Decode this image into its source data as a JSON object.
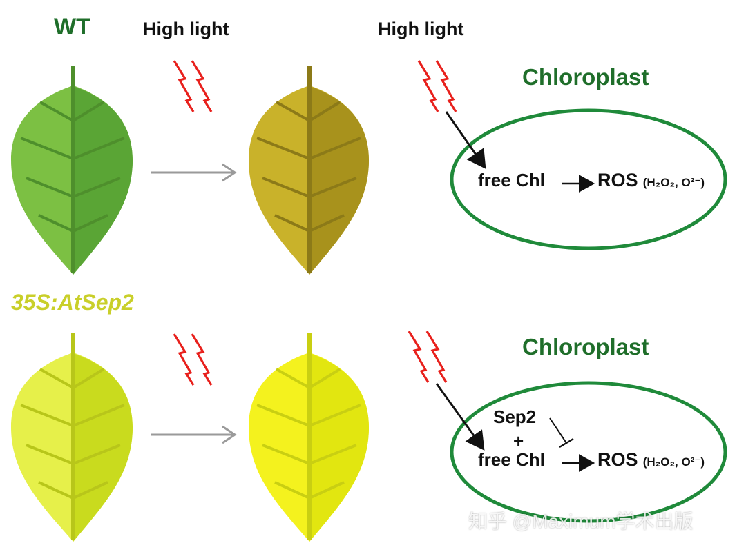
{
  "labels": {
    "wt": "WT",
    "high_light_1": "High light",
    "high_light_2": "High light",
    "transgenic": "35S:AtSep2",
    "chloroplast_top": "Chloroplast",
    "chloroplast_bottom": "Chloroplast"
  },
  "top_equation": {
    "free_chl": "free Chl",
    "ros": "ROS",
    "ros_detail": "(H₂O₂, O²⁻)"
  },
  "bottom_equation": {
    "sep2": "Sep2",
    "plus": "+",
    "free_chl": "free Chl",
    "ros": "ROS",
    "ros_detail": "(H₂O₂, O²⁻)"
  },
  "watermark": "知乎 @Maximum学术出版",
  "colors": {
    "wt_leaf_light": "#7cc043",
    "wt_leaf_dark": "#5aa535",
    "wt_stressed_light": "#c9b22a",
    "wt_stressed_dark": "#a8921c",
    "sep_leaf_light": "#e6f04a",
    "sep_leaf_dark": "#c9db1e",
    "sep_stressed_light": "#f4f21e",
    "sep_stressed_dark": "#e2e610",
    "chloroplast_ring": "#1f8a3a",
    "lightning": "#e8201c",
    "arrow_gray": "#9a9a9a",
    "title_green": "#1f6e2a",
    "transgenic_text": "#c9cf2a"
  }
}
